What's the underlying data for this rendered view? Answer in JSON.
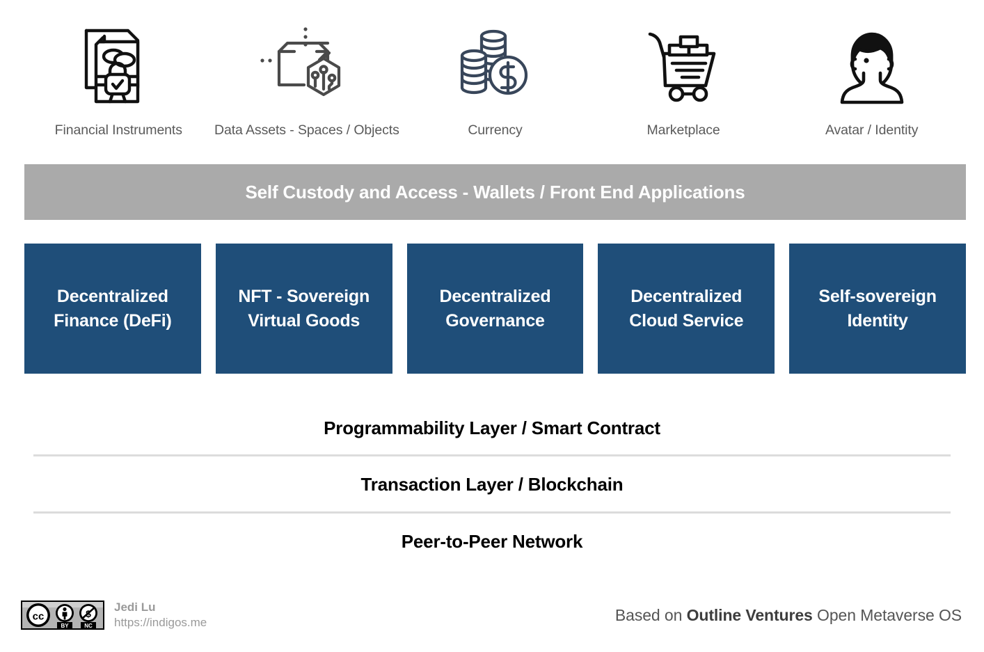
{
  "theme": {
    "background": "#ffffff",
    "band_gray": "#aaaaaa",
    "box_blue": "#1f4e79",
    "box_text": "#ffffff",
    "caption_gray": "#5a5a5a",
    "divider_gray": "#dcdcdc",
    "footer_gray": "#9a9a9a",
    "layer_text": "#000000"
  },
  "top_row": {
    "items": [
      {
        "icon": "documents-lock-icon",
        "label": "Financial Instruments"
      },
      {
        "icon": "cube-hexagon-data-icon",
        "label": "Data Assets - Spaces / Objects"
      },
      {
        "icon": "coins-dollar-icon",
        "label": "Currency"
      },
      {
        "icon": "shopping-cart-icon",
        "label": "Marketplace"
      },
      {
        "icon": "person-avatar-icon",
        "label": "Avatar / Identity"
      }
    ]
  },
  "access_band": {
    "label": "Self Custody and Access - Wallets / Front End Applications"
  },
  "pillars": {
    "items": [
      {
        "label": "Decentralized\nFinance (DeFi)"
      },
      {
        "label": "NFT - Sovereign\nVirtual Goods"
      },
      {
        "label": "Decentralized\nGovernance"
      },
      {
        "label": "Decentralized\nCloud Service"
      },
      {
        "label": "Self-sovereign\nIdentity"
      }
    ]
  },
  "stack_layers": [
    {
      "label": "Programmability Layer / Smart Contract"
    },
    {
      "label": "Transaction Layer / Blockchain"
    },
    {
      "label": "Peer-to-Peer Network"
    }
  ],
  "footer": {
    "license": {
      "badge": "cc-by-nc-badge",
      "marks": [
        "CC",
        "BY",
        "NC"
      ]
    },
    "author_name": "Jedi Lu",
    "author_url": "https://indigos.me",
    "attribution_prefix": "Based on ",
    "attribution_bold": "Outline Ventures",
    "attribution_suffix": " Open Metaverse OS"
  }
}
